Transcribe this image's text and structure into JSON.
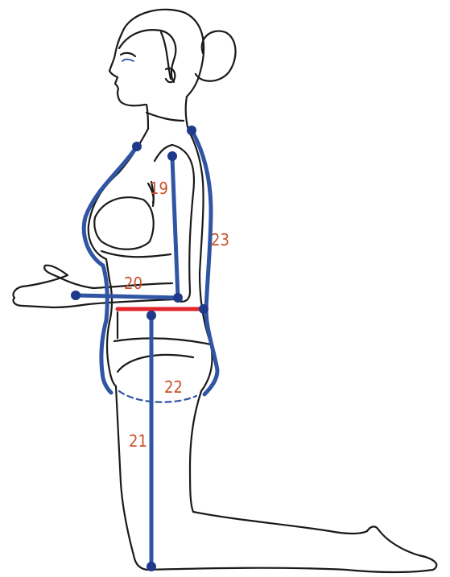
{
  "colors": {
    "outline": "#1a1a1a",
    "measurement_line": "#2f55a4",
    "measurement_dot": "#1f3a8a",
    "waist_line": "#e3242b",
    "label": "#c8512b",
    "background": "#ffffff"
  },
  "labels": {
    "l19": "19",
    "l20": "20",
    "l21": "21",
    "l22": "22",
    "l23": "23"
  }
}
